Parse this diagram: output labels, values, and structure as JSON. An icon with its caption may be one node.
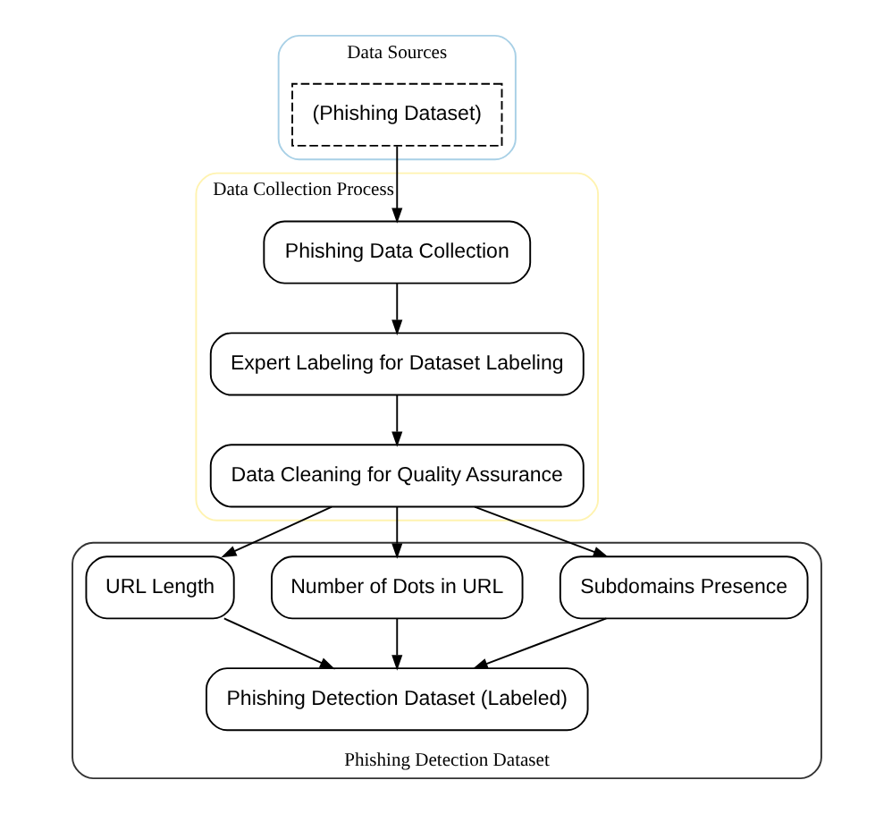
{
  "diagram": {
    "nodes": [
      {
        "text": [
          "Data Sources"
        ]
      },
      {
        "text": [
          "(Phishing Dataset)"
        ],
        "in": 0
      },
      {
        "text": [
          "Data Collection Process"
        ]
      },
      {
        "text": [
          "Phishing Data Collection"
        ],
        "in": 2
      },
      {
        "text": [
          "Expert Labeling for Dataset Labeling"
        ],
        "in": 2
      },
      {
        "text": [
          "Data Cleaning for Quality Assurance"
        ],
        "in": 2
      },
      {
        "text": [
          "Phishing Detection Dataset"
        ]
      },
      {
        "text": [
          "Subdomains Presence"
        ],
        "in": 6
      },
      {
        "text": [
          "Number of Dots in URL"
        ],
        "in": 6
      },
      {
        "text": [
          "URL Length"
        ],
        "in": 6
      },
      {
        "text": [
          "Phishing Detection Dataset (Labeled)"
        ],
        "in": 6
      }
    ],
    "edges": [
      {
        "from": 1,
        "to": 3,
        "arrow": "to"
      },
      {
        "from": 3,
        "to": 4,
        "arrow": "to"
      },
      {
        "from": 4,
        "to": 5,
        "arrow": "to"
      },
      {
        "from": 5,
        "to": 7,
        "arrow": "to"
      },
      {
        "from": 5,
        "to": 8,
        "arrow": "to"
      },
      {
        "from": 5,
        "to": 9,
        "arrow": "to"
      },
      {
        "from": 7,
        "to": 10,
        "arrow": "to"
      },
      {
        "from": 8,
        "to": 10,
        "arrow": "to"
      },
      {
        "from": 9,
        "to": 10,
        "arrow": "to"
      }
    ]
  }
}
